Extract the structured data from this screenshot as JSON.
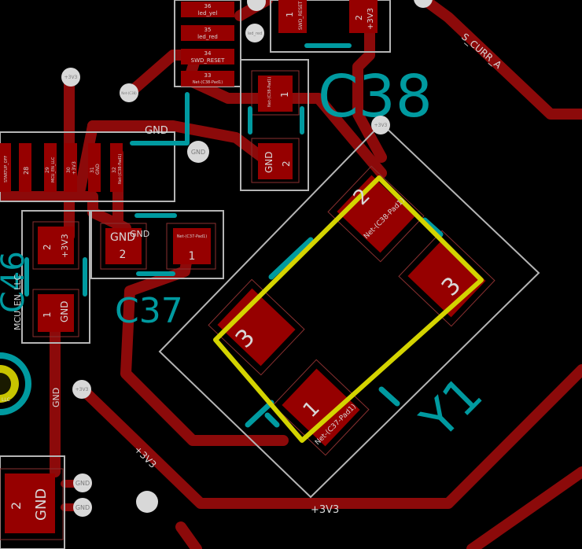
{
  "components": {
    "c38_ref": "C38",
    "c37_ref": "C37",
    "c46_ref": "C46",
    "y1_ref": "Y1"
  },
  "header_pins": [
    {
      "num": "36",
      "net": "led_yel"
    },
    {
      "num": "35",
      "net": "led_red"
    },
    {
      "num": "34",
      "net": "SWD_RESET"
    },
    {
      "num": "33",
      "net": "Net-(C38-Pad1)"
    }
  ],
  "header_pins_bottom": [
    {
      "num": "28",
      "net": "STARTUP_OFF"
    },
    {
      "num": "29",
      "net": "MCU_EN_LLC"
    },
    {
      "num": "30",
      "net": "+3V3"
    },
    {
      "num": "31",
      "net": "GND"
    },
    {
      "num": "32",
      "net": "Net-(C38-Pad1)"
    }
  ],
  "top_pads": [
    {
      "num": "1",
      "net": "SWD_RESET"
    },
    {
      "num": "2",
      "net": "+3V3"
    }
  ],
  "c38_pads": [
    {
      "num": "1",
      "net": "Net-(C38-Pad1)"
    },
    {
      "num": "2",
      "net": "GND"
    }
  ],
  "c37_pads": [
    {
      "num": "2",
      "net": "GND"
    },
    {
      "num": "1",
      "net": "Net-(C37-Pad1)"
    }
  ],
  "c46_pads": [
    {
      "num": "2",
      "net": "+3V3"
    },
    {
      "num": "1",
      "net": "GND"
    }
  ],
  "y1_pads": [
    {
      "num": "2",
      "net": "Net-(C38-Pad1)"
    },
    {
      "num": "3",
      "net": ""
    },
    {
      "num": "3",
      "net": ""
    },
    {
      "num": "1",
      "net": "Net-(C37-Pad1)"
    }
  ],
  "bottom_pad": {
    "num": "2",
    "net": "GND"
  },
  "track_labels": {
    "gnd_upper": "GND",
    "gnd_c37": "GND",
    "gnd_left": "GND",
    "v33_diag": "+3V3",
    "v33_bottom": "+3V3",
    "s_curr": "S_CURR_A",
    "llc_edge": "LLC"
  },
  "vias": {
    "v1": "+3V3",
    "v2": "Net-(C38)",
    "v3": "GND",
    "v4": "+3V3",
    "v5": "+3V3",
    "v6": "led_red",
    "v7": "GND",
    "v8": "GND"
  }
}
